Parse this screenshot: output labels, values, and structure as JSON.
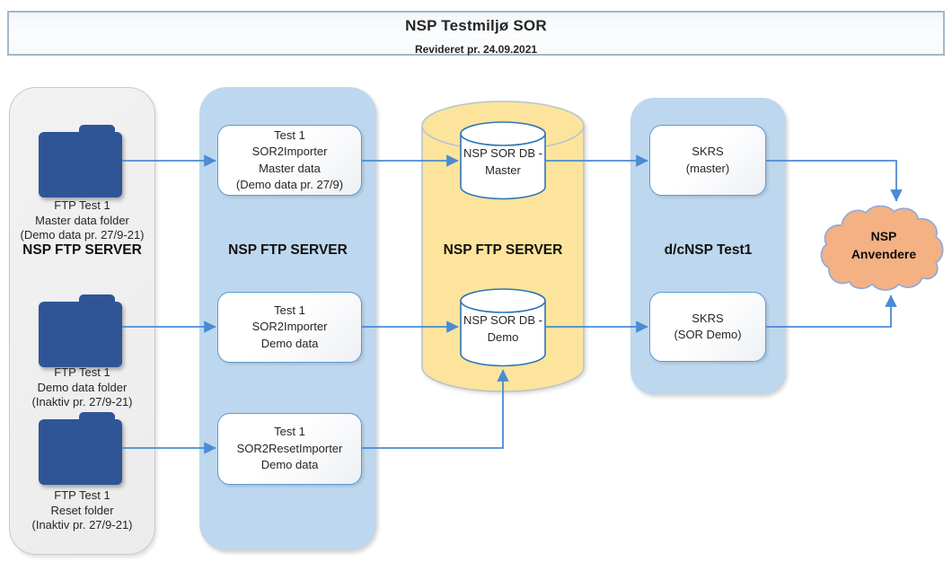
{
  "header": {
    "title": "NSP Testmiljø SOR",
    "subtitle": "Revideret pr. 24.09.2021"
  },
  "ftp_source_column": {
    "title": "NSP FTP SERVER",
    "folders": [
      {
        "line1": "FTP Test 1",
        "line2": "Master data folder",
        "line3": "(Demo data pr. 27/9-21)"
      },
      {
        "line1": "FTP Test 1",
        "line2": "Demo data folder",
        "line3": "(Inaktiv pr. 27/9-21)"
      },
      {
        "line1": "FTP Test 1",
        "line2": "Reset folder",
        "line3": "(Inaktiv pr. 27/9-21)"
      }
    ]
  },
  "importer_column": {
    "title": "NSP FTP SERVER",
    "boxes": [
      {
        "line1": "Test 1",
        "line2": "SOR2Importer",
        "line3": "Master data",
        "line4": "(Demo data pr. 27/9)"
      },
      {
        "line1": "Test 1",
        "line2": "SOR2Importer",
        "line3": "Demo data"
      },
      {
        "line1": "Test 1",
        "line2": "SOR2ResetImporter",
        "line3": "Demo data"
      }
    ]
  },
  "database_column": {
    "title": "NSP FTP SERVER",
    "databases": [
      {
        "line1": "NSP SOR DB -",
        "line2": "Master"
      },
      {
        "line1": "NSP SOR DB -",
        "line2": "Demo"
      }
    ]
  },
  "dcnsp_column": {
    "title": "d/cNSP Test1",
    "boxes": [
      {
        "line1": "SKRS",
        "line2": "(master)"
      },
      {
        "line1": "SKRS",
        "line2": "(SOR Demo)"
      }
    ]
  },
  "cloud": {
    "line1": "NSP",
    "line2": "Anvendere"
  },
  "colors": {
    "folder_blue": "#2f5597",
    "column_blue": "#bdd7ee",
    "column_gray": "#efefef",
    "cylinder_yellow": "#fce49c",
    "cloud_orange": "#f4b183",
    "arrow_blue": "#4a8bd4",
    "node_border_blue": "#5b9bd5"
  }
}
